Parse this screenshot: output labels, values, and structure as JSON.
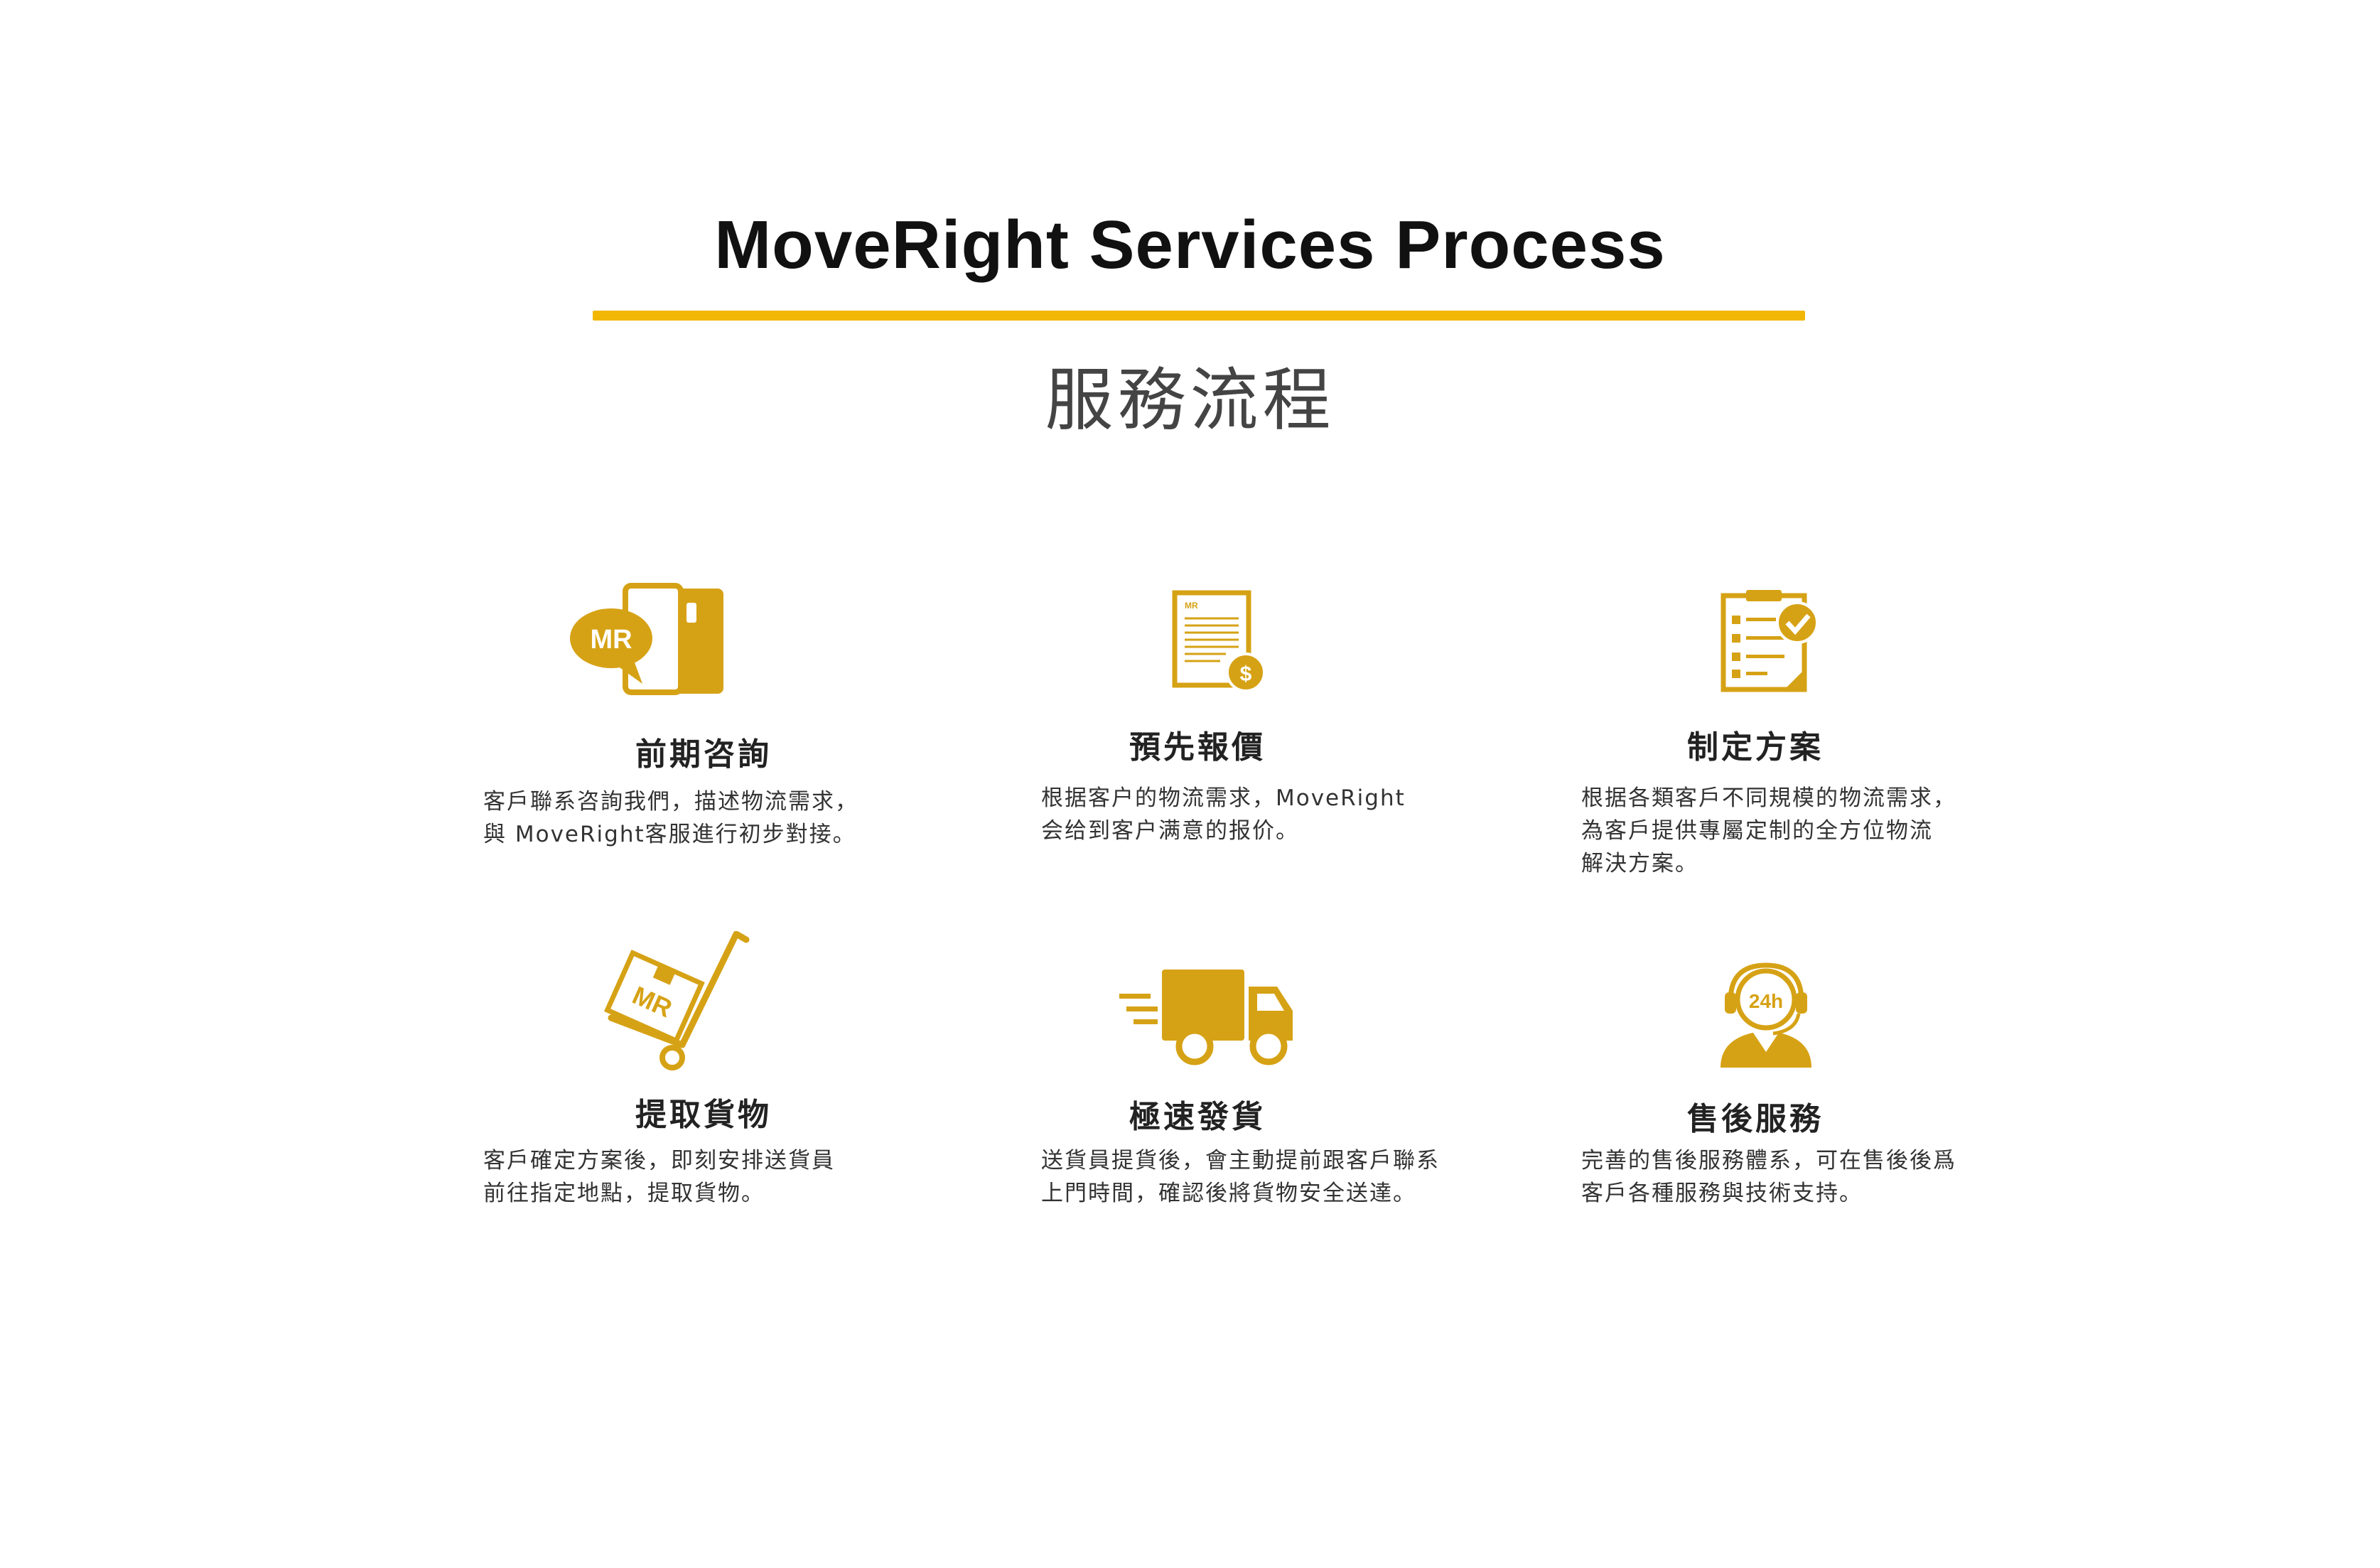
{
  "header": {
    "title": "MoveRight Services Process",
    "subtitle": "服務流程"
  },
  "colors": {
    "accent": "#F2B705",
    "icon": "#D6A215",
    "text": "#333333"
  },
  "steps": [
    {
      "icon": "chat-phone-icon",
      "title": "前期咨詢",
      "lines": [
        "客戶聯系咨詢我們，描述物流需求，",
        "與 MoveRight客服進行初步對接。"
      ],
      "logo_text": "MR"
    },
    {
      "icon": "quote-document-icon",
      "title": "預先報價",
      "lines": [
        "根据客户的物流需求，MoveRight",
        "会给到客户满意的报价。"
      ],
      "logo_text": "MR"
    },
    {
      "icon": "clipboard-check-icon",
      "title": "制定方案",
      "lines": [
        "根据各類客戶不同規模的物流需求，",
        "為客戶提供專屬定制的全方位物流",
        "解決方案。"
      ]
    },
    {
      "icon": "hand-truck-icon",
      "title": "提取貨物",
      "lines": [
        "客戶確定方案後，即刻安排送貨員",
        "前往指定地點，提取貨物。"
      ],
      "logo_text": "MR"
    },
    {
      "icon": "delivery-truck-icon",
      "title": "極速發貨",
      "lines": [
        "送貨員提貨後，會主動提前跟客戶聯系",
        "上門時間，確認後將貨物安全送達。"
      ]
    },
    {
      "icon": "support-agent-icon",
      "title": "售後服務",
      "lines": [
        "完善的售後服務體系，可在售後後爲",
        "客戶各種服務與技術支持。"
      ],
      "badge": "24h"
    }
  ]
}
